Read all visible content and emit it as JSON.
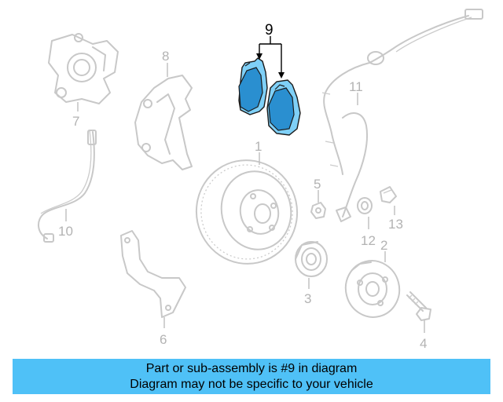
{
  "diagram": {
    "highlighted_part": "9",
    "callouts": [
      "1",
      "2",
      "3",
      "4",
      "5",
      "6",
      "7",
      "8",
      "9",
      "10",
      "11",
      "12",
      "13"
    ],
    "highlight_color": "#4fc1f7",
    "ghost_color": "#c8c8c8"
  },
  "banner": {
    "line1": "Part or sub-assembly is #9 in diagram",
    "line2": "Diagram may not be specific to your vehicle",
    "background": "#4fc1f7"
  }
}
